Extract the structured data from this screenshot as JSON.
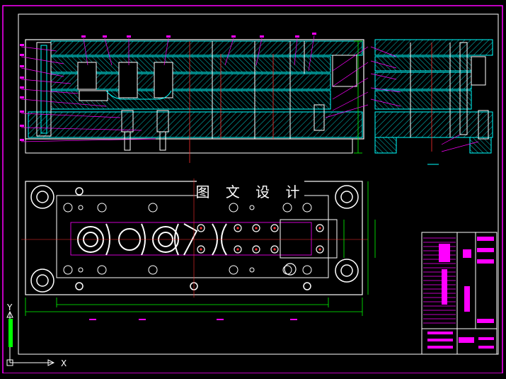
{
  "drawing": {
    "title_text": "图 文 设 计",
    "axis_y_label": "Y",
    "axis_x_label": "X"
  },
  "colors": {
    "background": "#000000",
    "frame": "#ff00ff",
    "outline": "#ffffff",
    "section": "#00ffff",
    "dimension": "#00ff00",
    "leader": "#ff00ff",
    "yellow": "#ffff00",
    "red": "#ff3030"
  }
}
